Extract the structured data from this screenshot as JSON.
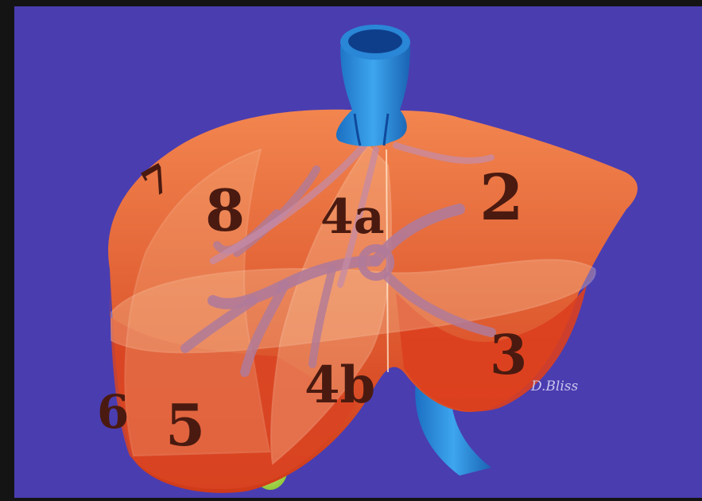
{
  "colors": {
    "background": "#4a3db0",
    "frame": "#141414",
    "liver_light": "#f07a45",
    "liver_dark": "#d8401c",
    "vein": "#2a8fdc",
    "vessel": "#b97f9a",
    "gallbladder": "#a8d84a",
    "label": "#4a1a10",
    "signature": "#c9c6ec"
  },
  "segments": {
    "s2": "2",
    "s3": "3",
    "s4a": "4a",
    "s4b": "4b",
    "s5": "5",
    "s6": "6",
    "s7": "7",
    "s8": "8"
  },
  "signature": "D.Bliss"
}
